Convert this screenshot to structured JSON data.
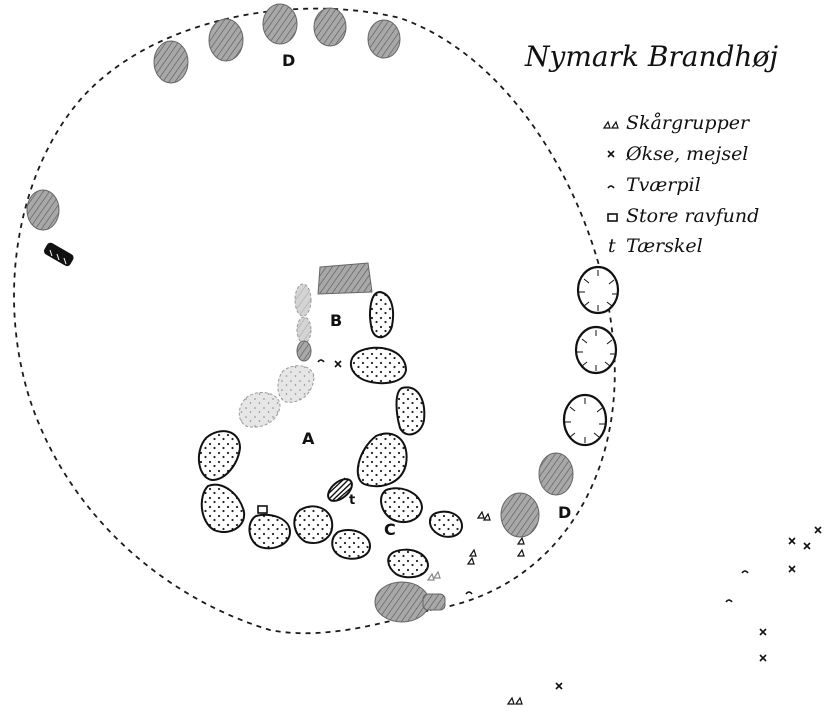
{
  "title": "Nymark Brandhøj",
  "legend": [
    {
      "symbol": "△△",
      "label": "Skårgrupper",
      "icon": "shard-group-icon"
    },
    {
      "symbol": "×",
      "label": "Økse, mejsel",
      "icon": "axe-icon"
    },
    {
      "symbol": "⌒",
      "label": "Tværpil",
      "icon": "arrowhead-icon"
    },
    {
      "symbol": "▫",
      "label": "Store ravfund",
      "icon": "amber-icon"
    },
    {
      "symbol": "t",
      "label": "Tærskel",
      "icon": "threshold-icon"
    }
  ],
  "labels": {
    "d_top": "D",
    "d_right": "D",
    "b": "B",
    "a": "A",
    "c": "C",
    "t": "t"
  },
  "colors": {
    "ink": "#1a1a1a",
    "shaded_stone": "#9a9a9a",
    "light_stone": "#c8c8c8"
  }
}
